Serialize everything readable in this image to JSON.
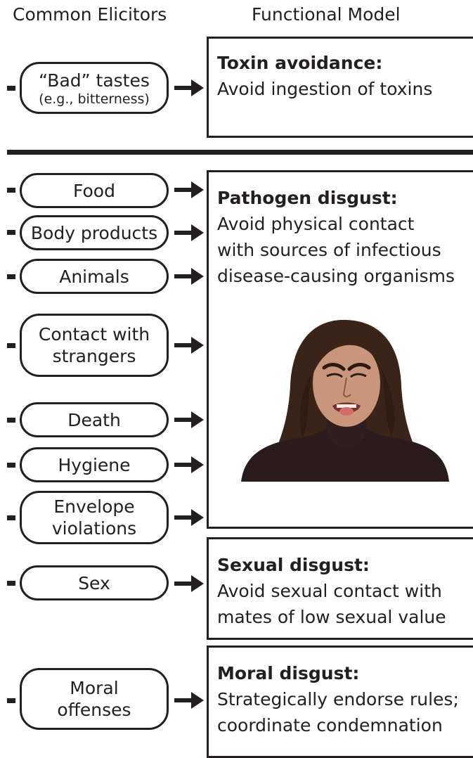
{
  "headers": {
    "left": "Common Elicitors",
    "right": "Functional Model"
  },
  "elicitors": [
    {
      "line1": "“Bad” tastes",
      "line2": "(e.g., bitterness)"
    },
    {
      "line1": "Food"
    },
    {
      "line1": "Body products"
    },
    {
      "line1": "Animals"
    },
    {
      "line1": "Contact with",
      "line2": "strangers"
    },
    {
      "line1": "Death"
    },
    {
      "line1": "Hygiene"
    },
    {
      "line1": "Envelope",
      "line2": "violations"
    },
    {
      "line1": "Sex"
    },
    {
      "line1": "Moral",
      "line2": "offenses"
    }
  ],
  "models": [
    {
      "title": "Toxin avoidance:",
      "lines": [
        "Avoid ingestion of toxins"
      ]
    },
    {
      "title": "Pathogen disgust:",
      "lines": [
        "Avoid physical contact",
        "with sources of infectious",
        "disease-causing organisms"
      ]
    },
    {
      "title": "Sexual disgust:",
      "lines": [
        "Avoid sexual contact with",
        "mates of low sexual value"
      ]
    },
    {
      "title": "Moral disgust:",
      "lines": [
        "Strategically endorse rules;",
        "coordinate condemnation"
      ]
    }
  ],
  "colors": {
    "ink": "#231f20",
    "background": "#ffffff"
  },
  "photo": {
    "subject": "woman-disgust-face"
  }
}
